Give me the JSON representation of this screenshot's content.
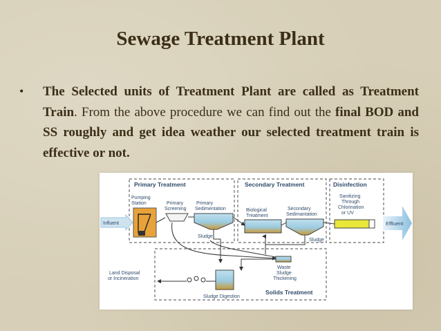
{
  "slide": {
    "title": "Sewage Treatment Plant",
    "bullet_symbol": "•",
    "bullet": {
      "p1": "The Selected units of Treatment Plant are called as Treatment Train",
      "p2": ". From the above procedure we can find out the ",
      "p3": "final BOD and SS roughly and get idea weather our selected treatment train is effective or not."
    }
  },
  "diagram": {
    "sections": {
      "primary": "Primary Treatment",
      "secondary": "Secondary Treatment",
      "disinfection": "Disinfection",
      "solids": "Solids Treatment"
    },
    "labels": {
      "influent": "Influent",
      "effluent": "Effluent",
      "pumping_1": "Pumping",
      "pumping_2": "Station",
      "primary_screening_1": "Primary",
      "primary_screening_2": "Screening",
      "primary_sed_1": "Primary",
      "primary_sed_2": "Sedimentation",
      "sludge_1": "Sludge",
      "bio_1": "Biological",
      "bio_2": "Treatment",
      "secondary_sed_1": "Secondary",
      "secondary_sed_2": "Sedimantation",
      "sludge_2": "Sludge",
      "disinfect_1": "Sanitizing",
      "disinfect_2": "Through",
      "disinfect_3": "Chlorination",
      "disinfect_4": "or UV",
      "land_1": "Land Disposal",
      "land_2": "or Incineration",
      "digestion": "Sludge Digestion",
      "waste_1": "Waste",
      "waste_2": "Sludge",
      "waste_3": "Thickening"
    },
    "colors": {
      "frame": "#6b6b6b",
      "label": "#2f4a6a",
      "pumping": "#e8a23a",
      "tank_top": "#b8d8e8",
      "tank_bottom": "#c99a35",
      "disinfection": "#e9e73a",
      "arrow": "#9dc6e0"
    }
  }
}
